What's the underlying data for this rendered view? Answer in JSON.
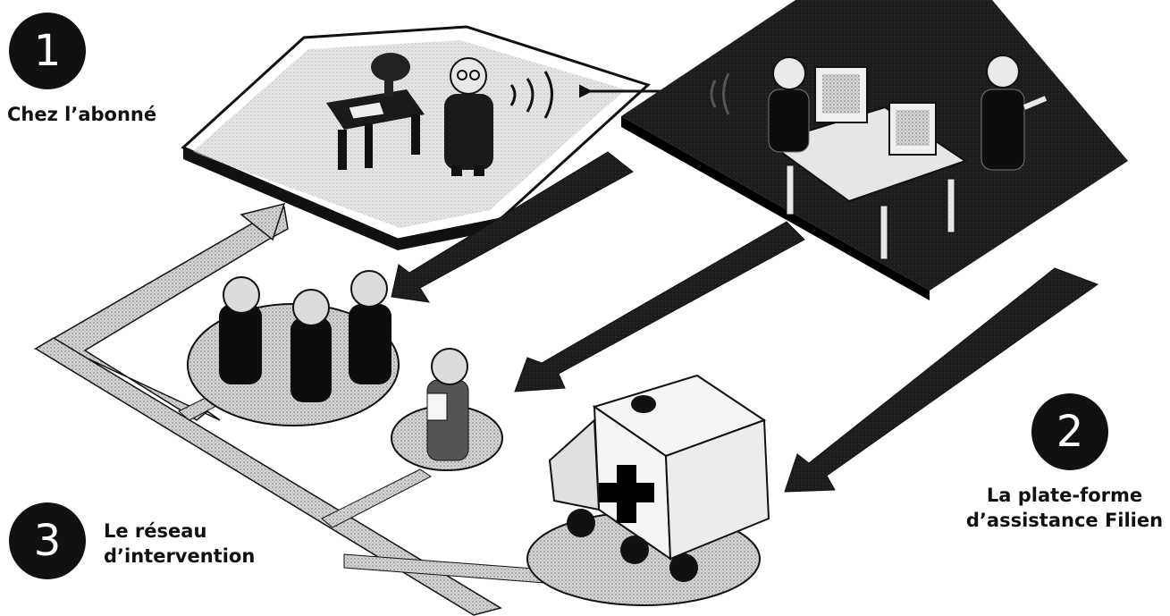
{
  "steps": [
    {
      "number": "1",
      "label": "Chez l’abonné"
    },
    {
      "number": "2",
      "label_line1": "La plate-forme",
      "label_line2": "d’assistance Filien"
    },
    {
      "number": "3",
      "label_line1": "Le réseau",
      "label_line2": "d’intervention"
    }
  ],
  "colors": {
    "ink": "#111111",
    "halftone": "#bdbdbd",
    "platform": "#1a1a1a",
    "paper": "#ffffff"
  }
}
